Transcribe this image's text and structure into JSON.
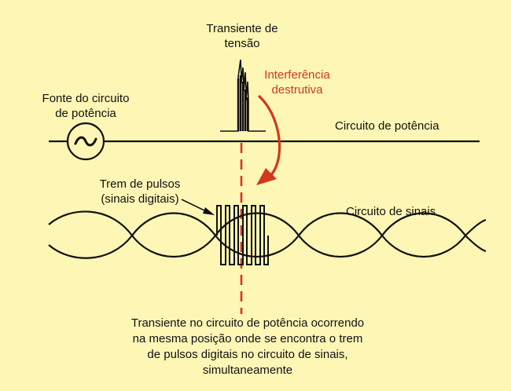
{
  "labels": {
    "voltage_transient": [
      "Transiente de",
      "tensão"
    ],
    "destructive_interference": [
      "Interferência",
      "destrutiva"
    ],
    "power_source": [
      "Fonte do circuito",
      "de potência"
    ],
    "power_circuit": "Circuito de potência",
    "pulse_train": [
      "Trem de pulsos",
      "(sinais digitais)"
    ],
    "signal_circuit": "Circuito de sinais",
    "caption": [
      "Transiente no circuito de potência ocorrendo",
      "na mesma posição onde se encontra o trem",
      "de pulsos digitais no circuito de sinais,",
      "simultaneamente"
    ]
  },
  "icons": {
    "source_symbol": "~"
  },
  "colors": {
    "background": "#fdf6b5",
    "line": "#111111",
    "accent": "#d4371c"
  }
}
